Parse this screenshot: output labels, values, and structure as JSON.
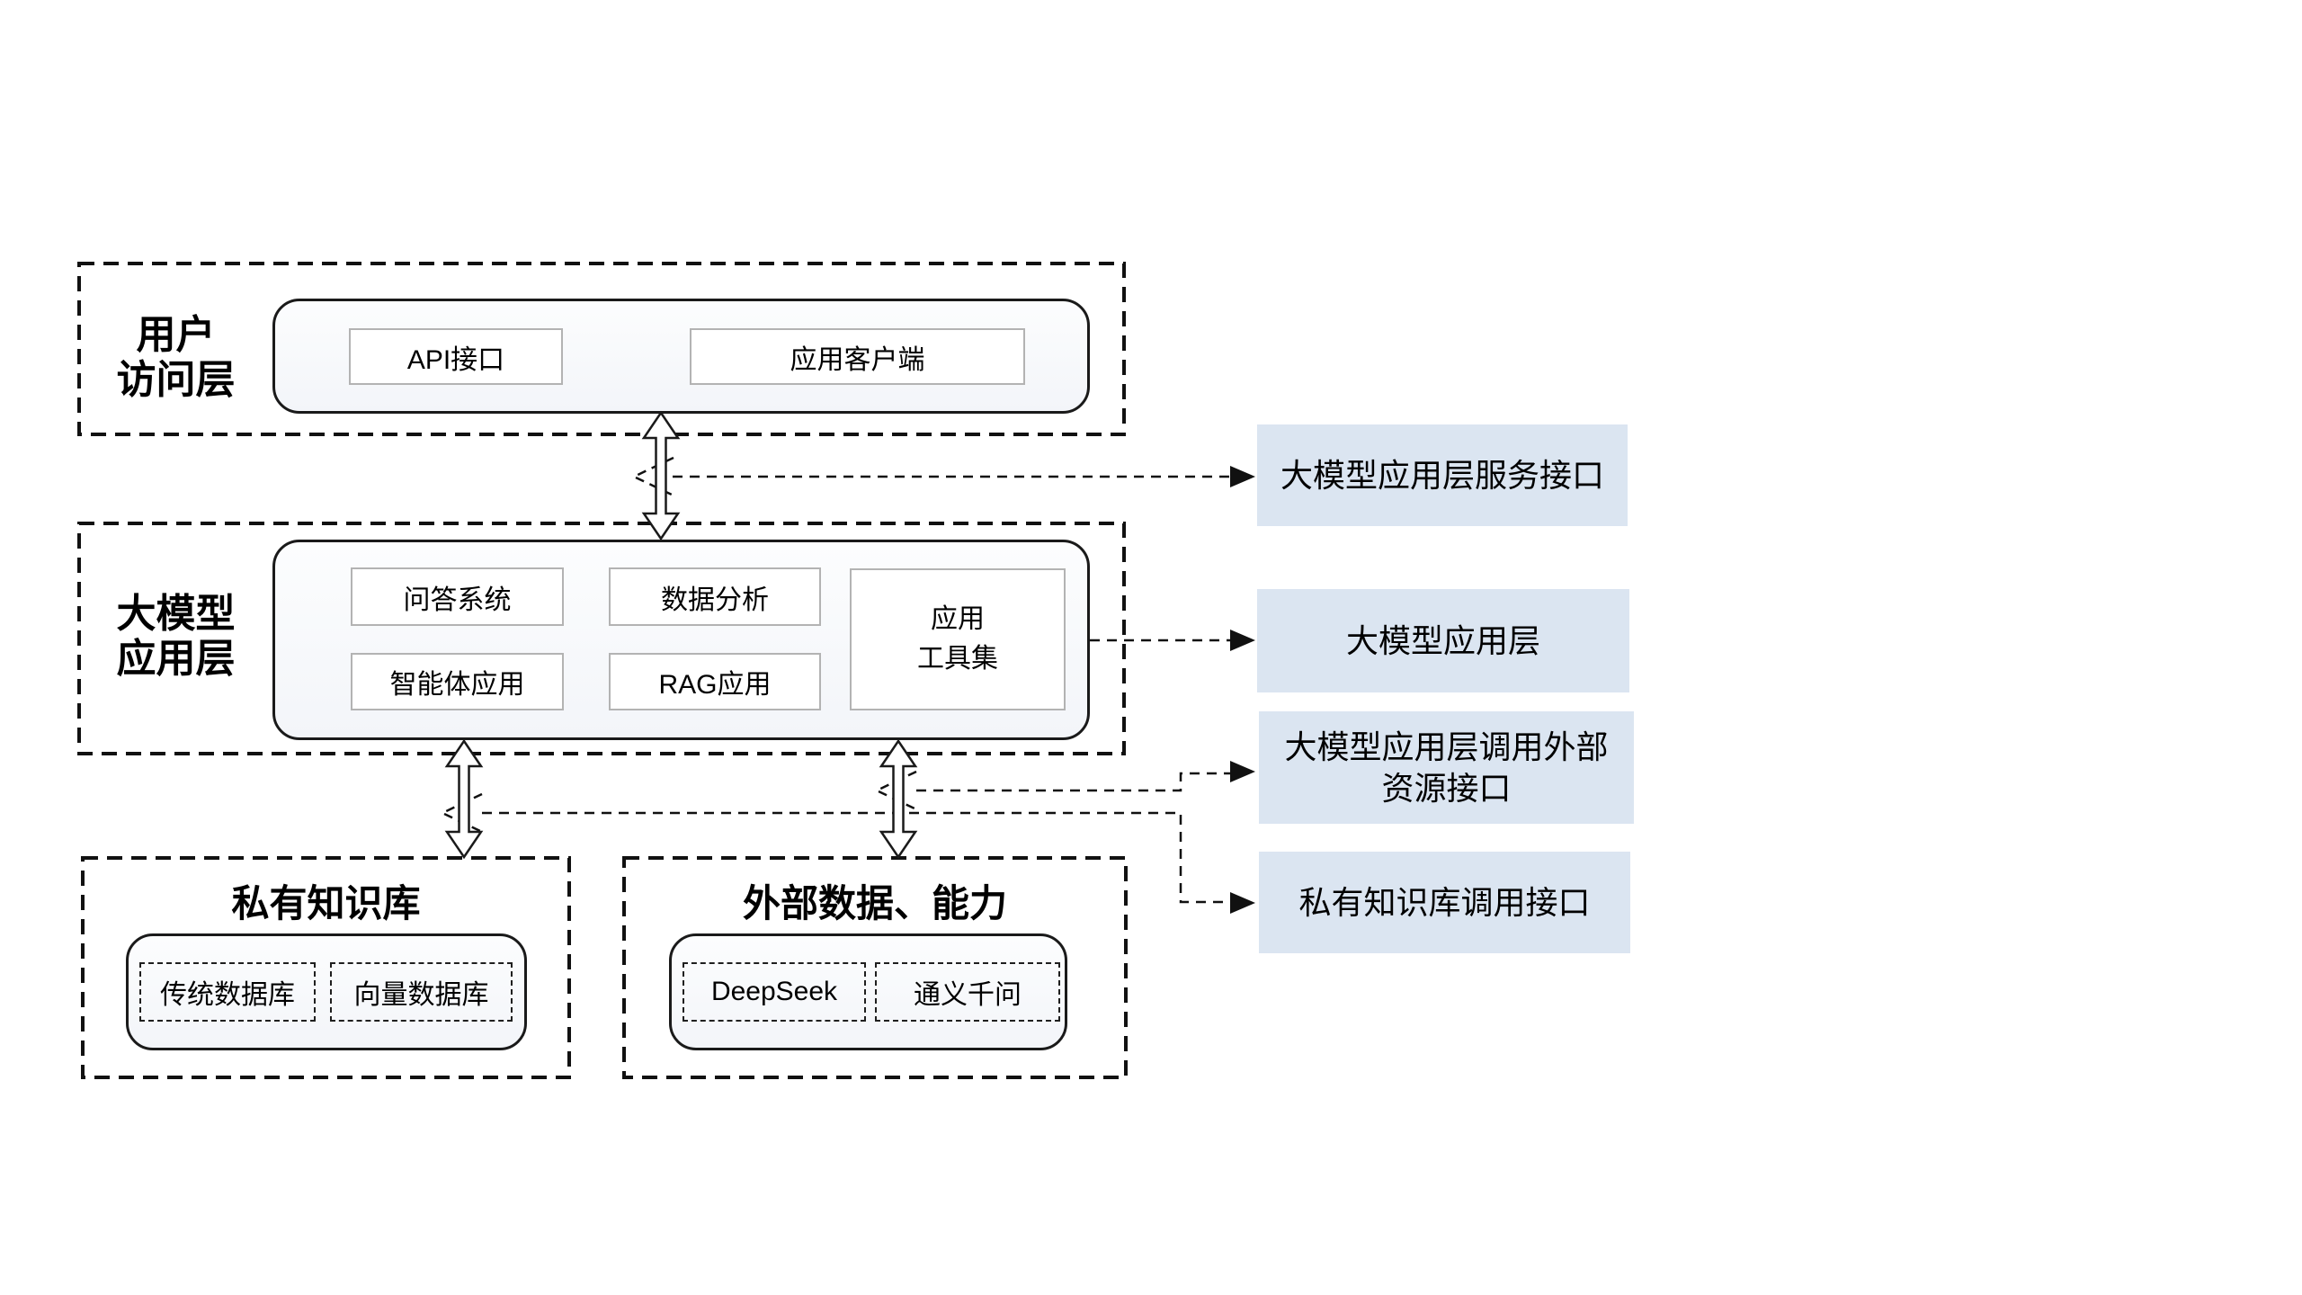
{
  "layers": {
    "user_layer": {
      "title_line1": "用户",
      "title_line2": "访问层",
      "items": {
        "api": "API接口",
        "client": "应用客户端"
      }
    },
    "model_layer": {
      "title_line1": "大模型",
      "title_line2": "应用层",
      "items": {
        "qa": "问答系统",
        "analysis": "数据分析",
        "agent": "智能体应用",
        "rag": "RAG应用",
        "tools_line1": "应用",
        "tools_line2": "工具集"
      }
    },
    "private_kb": {
      "title": "私有知识库",
      "items": {
        "traditional": "传统数据库",
        "vector": "向量数据库"
      }
    },
    "external": {
      "title": "外部数据、能力",
      "items": {
        "deepseek": "DeepSeek",
        "qianwen": "通义千问"
      }
    }
  },
  "interfaces": {
    "service": "大模型应用层服务接口",
    "app_layer": "大模型应用层",
    "external_res_line1": "大模型应用层调用外部",
    "external_res_line2": "资源接口",
    "kb_call": "私有知识库调用接口"
  },
  "colors": {
    "interface_bg": "#dbe5f1",
    "gray_border": "#b3b3b3",
    "line": "#111111"
  }
}
